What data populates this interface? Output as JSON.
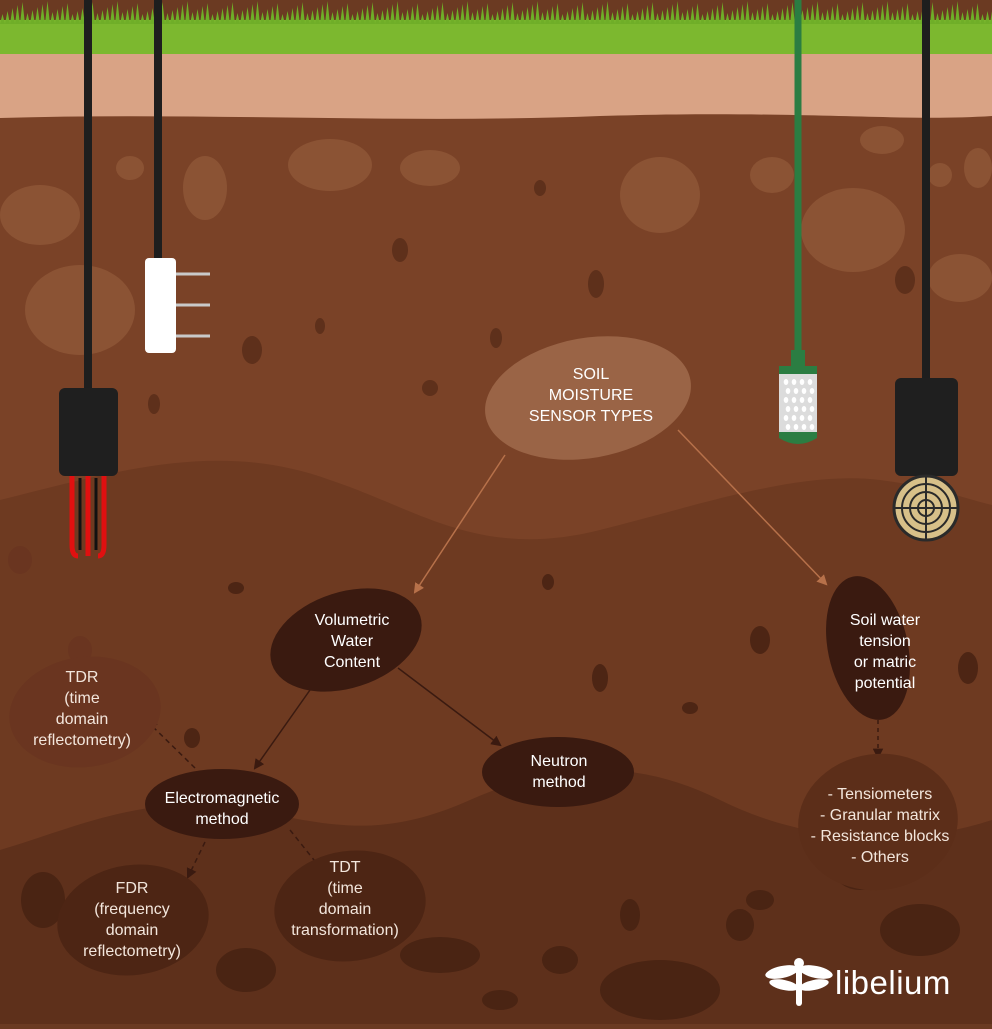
{
  "diagram": {
    "root": {
      "lines": [
        "SOIL",
        "MOISTURE",
        "SENSOR TYPES"
      ]
    },
    "vwc": {
      "lines": [
        "Volumetric",
        "Water",
        "Content"
      ]
    },
    "swt": {
      "lines": [
        "Soil water",
        "tension",
        "or matric",
        "potential"
      ]
    },
    "electromagnetic": {
      "lines": [
        "Electromagnetic",
        "method"
      ]
    },
    "neutron": {
      "lines": [
        "Neutron",
        "method"
      ]
    },
    "tdr": {
      "lines": [
        "TDR",
        "(time",
        "domain",
        "reflectometry)"
      ]
    },
    "fdr": {
      "lines": [
        "FDR",
        "(frequency",
        "domain",
        "reflectometry)"
      ]
    },
    "tdt": {
      "lines": [
        "TDT",
        "(time",
        "domain",
        "transformation)"
      ]
    },
    "tension_types": {
      "lines": [
        "- Tensiometers",
        "- Granular matrix",
        "- Resistance blocks",
        "- Others"
      ]
    }
  },
  "brand": {
    "name": "libelium"
  },
  "colors": {
    "grass": "#7cb82f",
    "topsoil": "#d9a385",
    "soil_top": "#7a4227",
    "soil_mid": "#6e3a21",
    "soil_bottom": "#5a2e19",
    "node_fill": "#3a1a10",
    "root_fill": "#9a6446"
  },
  "icons": [
    "tdr-probe-icon",
    "capacitive-probe-icon",
    "tensiometer-probe-icon",
    "watermark-probe-icon",
    "dragonfly-logo-icon"
  ]
}
